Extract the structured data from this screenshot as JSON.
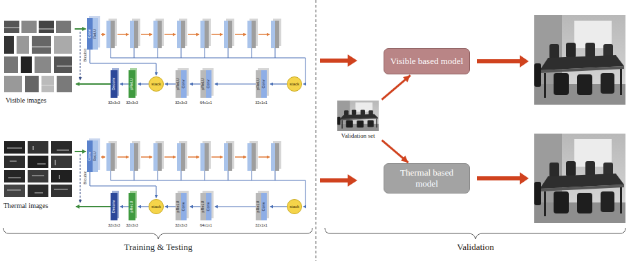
{
  "diagram": {
    "nodes": [
      {
        "text": [
          "stack"
        ]
      },
      {
        "text": [
          "stack"
        ]
      },
      {
        "text": [
          "Visible based model"
        ]
      },
      {
        "text": [
          "Validation set"
        ]
      },
      {
        "text": [
          "stack"
        ]
      },
      {
        "text": [
          "stack"
        ]
      },
      {
        "text": [
          "Thermal based model"
        ]
      }
    ],
    "edges": [
      {
        "from": 3,
        "to": 2,
        "arrow": "to"
      },
      {
        "from": 3,
        "to": 6,
        "arrow": "to"
      }
    ],
    "labels": [
      "Visible images",
      "Conv",
      "ReLU",
      "Bicubic",
      "Deconv",
      "pReLU",
      "pReLU",
      "Conv",
      "pReLU",
      "Conv",
      "pReLU",
      "Conv",
      "32x3x3",
      "32x3x3",
      "32x3x3",
      "64x1x1",
      "32x1x1",
      "Thermal images",
      "Conv",
      "ReLU",
      "Bicubic",
      "Deconv",
      "pReLU",
      "pReLU",
      "Conv",
      "pReLU",
      "Conv",
      "pReLU",
      "Conv",
      "32x3x3",
      "32x3x3",
      "32x3x3",
      "64x1x1",
      "32x1x1",
      "Training & Testing",
      "Validation"
    ]
  }
}
